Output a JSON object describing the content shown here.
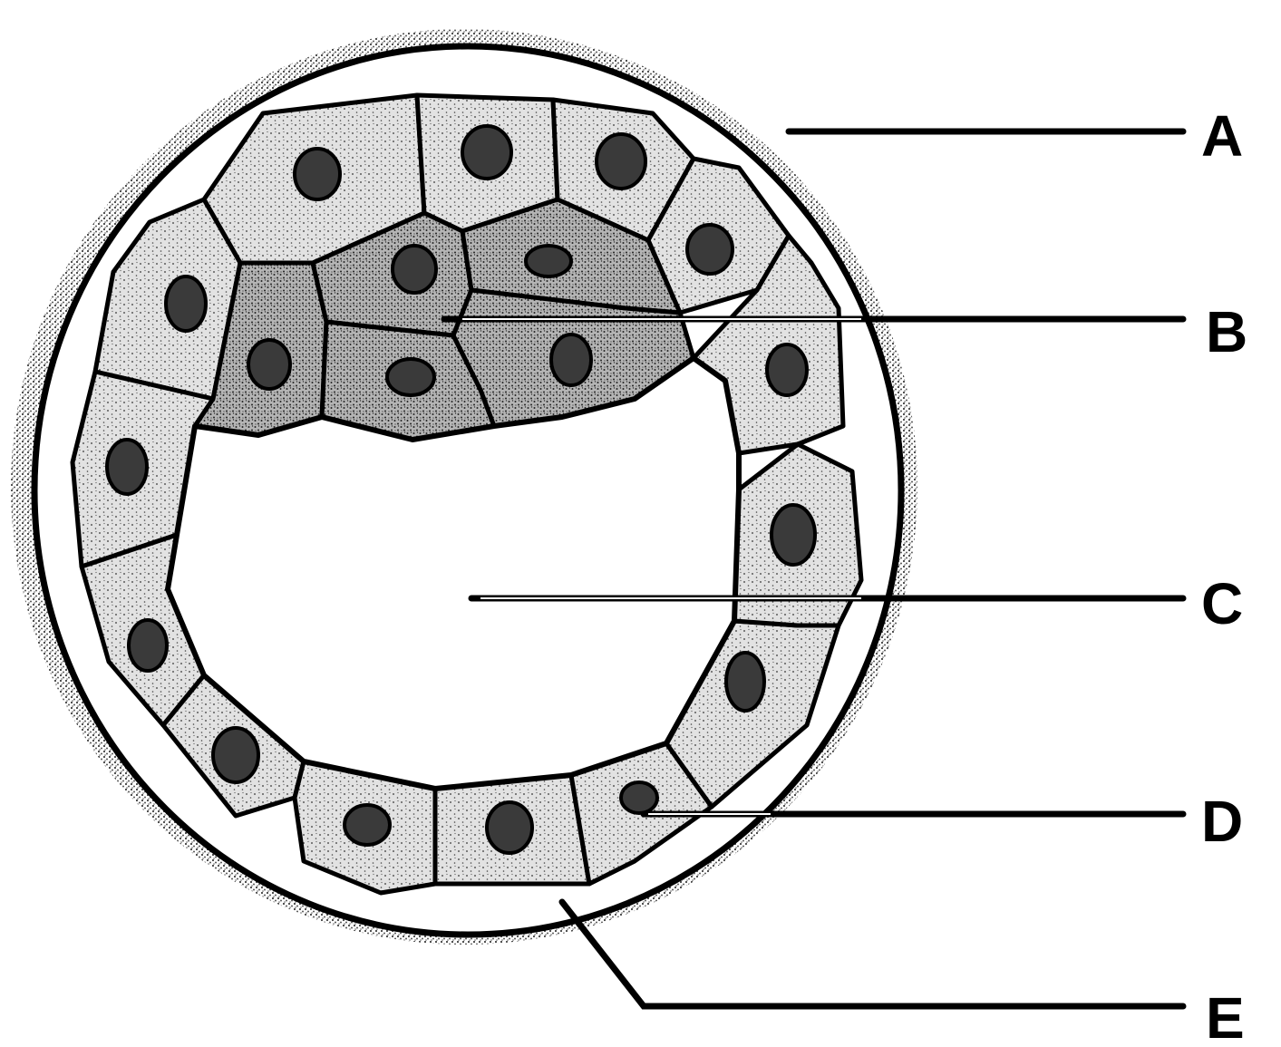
{
  "diagram": {
    "labels": [
      {
        "id": "A",
        "text": "A"
      },
      {
        "id": "B",
        "text": "B"
      },
      {
        "id": "C",
        "text": "C"
      },
      {
        "id": "D",
        "text": "D"
      },
      {
        "id": "E",
        "text": "E"
      }
    ]
  },
  "colors": {
    "ink": "#000000",
    "outer_cell": "#dcdcdc",
    "inner_mass": "#a9a9a9",
    "nucleus": "#3a3a3a"
  }
}
